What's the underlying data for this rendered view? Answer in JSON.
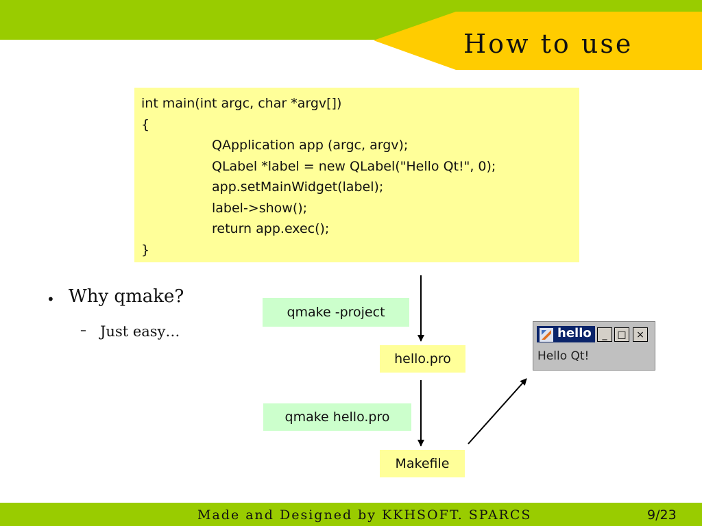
{
  "slide": {
    "title": "How to use",
    "colors": {
      "green": "#99cc00",
      "gold": "#ffcc00",
      "code_bg": "#ffff99",
      "cmd_bg": "#ccffcc"
    }
  },
  "code": {
    "lines": [
      "int main(int argc, char *argv[])",
      "{",
      "QApplication app (argc, argv);",
      "QLabel *label = new QLabel(\"Hello Qt!\", 0);",
      "app.setMainWidget(label);",
      "label->show();",
      "return app.exec();",
      "}"
    ]
  },
  "bullets": {
    "main": "Why qmake?",
    "sub": "Just easy…"
  },
  "flow": {
    "cmd1": "qmake -project",
    "file1": "hello.pro",
    "cmd2": "qmake hello.pro",
    "file2": "Makefile"
  },
  "window": {
    "title": "hello",
    "minimize": "_",
    "maximize": "□",
    "close": "×",
    "label": "Hello Qt!",
    "icon": "qt-app-icon"
  },
  "footer": {
    "credit": "Made and Designed by KKHSOFT. SPARCS",
    "page": "9/23"
  }
}
